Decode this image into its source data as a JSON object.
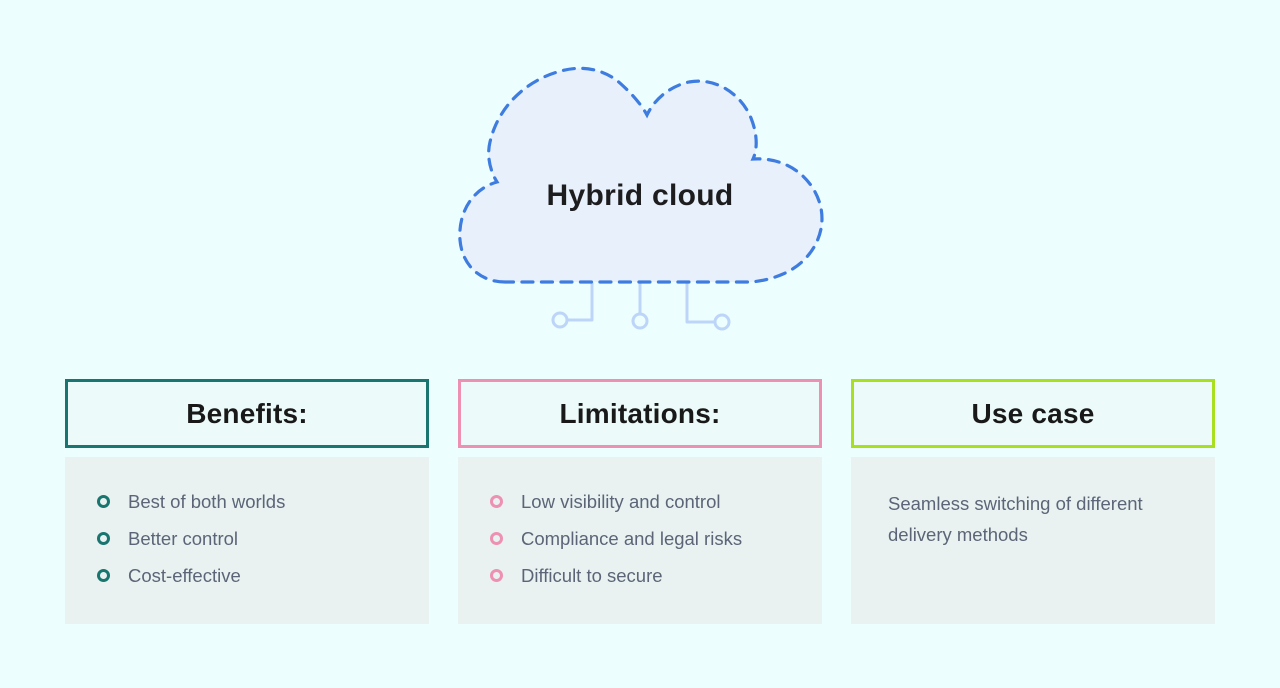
{
  "cloud": {
    "label": "Hybrid cloud"
  },
  "colors": {
    "page_bg": "#edfeff",
    "panel_bg": "#e9f2f1",
    "header_bg": "#ecfaf9",
    "heading_text": "#191919",
    "body_text": "#5b6577",
    "cloud_text": "#1d1d1f",
    "cloud_fill": "#e8f1fb",
    "cloud_stroke": "#3e7ce0",
    "connector": "#bdd5f8"
  },
  "columns": [
    {
      "key": "benefits",
      "title": "Benefits:",
      "accent": "#18756f",
      "items": [
        "Best of both worlds",
        "Better control",
        "Cost-effective"
      ]
    },
    {
      "key": "limitations",
      "title": "Limitations:",
      "accent": "#ee90b1",
      "items": [
        "Low visibility and control",
        "Compliance and legal risks",
        "Difficult to secure"
      ]
    },
    {
      "key": "use-case",
      "title": "Use case",
      "accent": "#a8e020",
      "items": [],
      "text": "Seamless switching of different delivery methods"
    }
  ]
}
